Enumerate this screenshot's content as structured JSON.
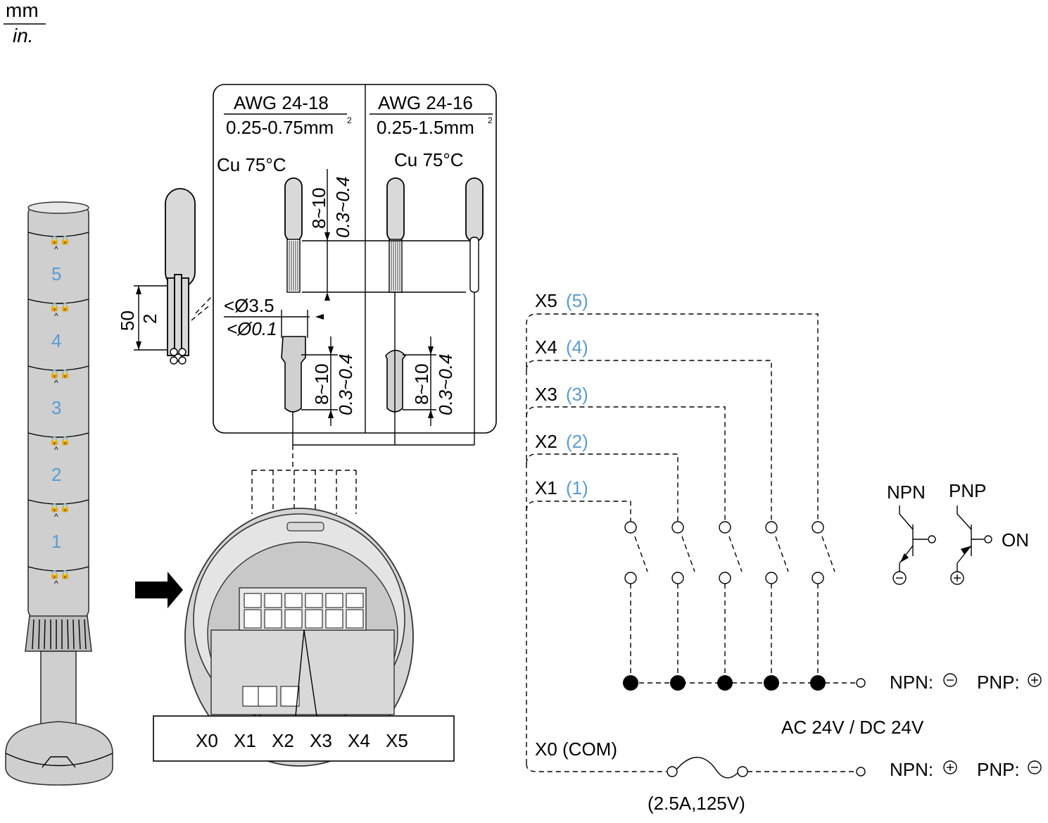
{
  "units": {
    "top": "mm",
    "bottom": "in."
  },
  "wire_spec": {
    "left": {
      "awg": "AWG 24-18",
      "section": "0.25-0.75mm",
      "sup": "2",
      "temp": "Cu 75°C"
    },
    "right": {
      "awg": "AWG 24-16",
      "section": "0.25-1.5mm",
      "sup": "2",
      "temp": "Cu 75°C"
    },
    "strip_length": "8~10",
    "strip_length_in": "0.3~0.4",
    "ferrule_dia": "<Ø3.5",
    "ferrule_dia_in": "<Ø0.1",
    "bundle_length": "50",
    "bundle_length_in": "2"
  },
  "tower_tiers": [
    "5",
    "4",
    "3",
    "2",
    "1"
  ],
  "terminal_labels": [
    "X0",
    "X1",
    "X2",
    "X3",
    "X4",
    "X5"
  ],
  "circuit": {
    "inputs": [
      {
        "term": "X5",
        "num": "(5)"
      },
      {
        "term": "X4",
        "num": "(4)"
      },
      {
        "term": "X3",
        "num": "(3)"
      },
      {
        "term": "X2",
        "num": "(2)"
      },
      {
        "term": "X1",
        "num": "(1)"
      }
    ],
    "com_label": "X0 (COM)",
    "supply": "AC 24V / DC 24V",
    "fuse": "(2.5A,125V)",
    "npn_top": "NPN:",
    "pnp_top": "PNP:",
    "npn_bottom": "NPN:",
    "pnp_bottom": "PNP:",
    "npn_label": "NPN",
    "pnp_label": "PNP",
    "on_label": "ON"
  },
  "colors": {
    "accent": "#5a9bd5",
    "tower": "#cfcfcf",
    "line": "#000000"
  }
}
